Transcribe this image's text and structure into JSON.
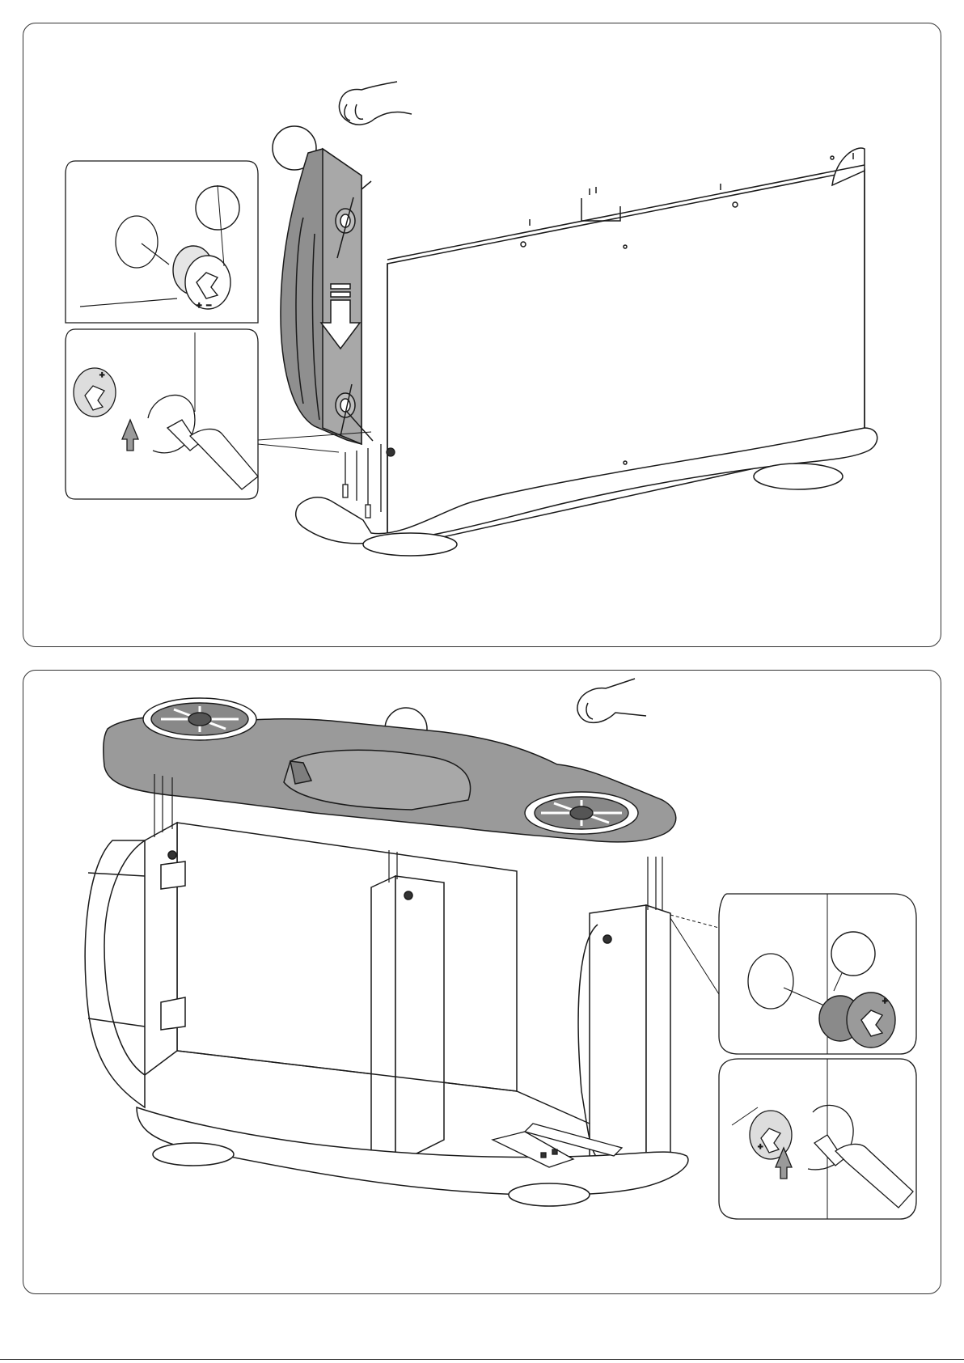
{
  "document": {
    "type": "assembly-instructions",
    "step_count": 2
  },
  "steps": [
    {
      "id": "step-1",
      "callout_part_label": "",
      "detail_part_label": "",
      "cam_lock_marks": {
        "plus": "+",
        "minus": "−"
      }
    },
    {
      "id": "step-2",
      "callout_part_label": "",
      "detail_part_label": "",
      "cam_lock_marks": {
        "plus": "+",
        "minus": "−"
      }
    }
  ],
  "colors": {
    "panel_gray": "#9a9a9a",
    "dark_gray": "#6e6e6e",
    "line": "#1a1a1a",
    "white": "#ffffff"
  },
  "icons": [
    "hand-icon",
    "down-arrow-icon",
    "cam-lock-icon",
    "screwdriver-icon",
    "rotation-arrow-icon",
    "dowel-icon"
  ]
}
